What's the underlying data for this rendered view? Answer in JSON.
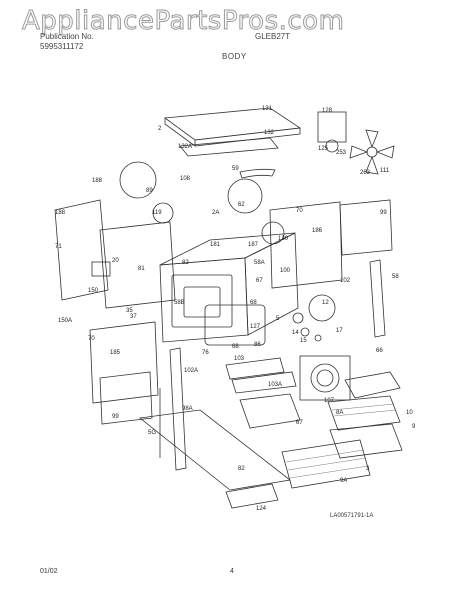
{
  "watermark": "AppliancePartsPros.com",
  "header": {
    "line1": "Publication No.",
    "line2": "5995311172",
    "model": "GLEB27T",
    "section_title": "BODY"
  },
  "footer": {
    "date": "01/02",
    "page": "4",
    "drawing_code": "LA00571791-1A"
  },
  "callouts": [
    "131",
    "2",
    "132",
    "132A",
    "128",
    "125",
    "253",
    "263",
    "111",
    "59",
    "188",
    "108",
    "89",
    "188",
    "70",
    "99",
    "62",
    "2A",
    "119",
    "71",
    "181",
    "187",
    "120",
    "58A",
    "186",
    "82",
    "20",
    "81",
    "67",
    "100",
    "102",
    "58",
    "150",
    "150A",
    "58B",
    "35",
    "68",
    "12",
    "37",
    "127",
    "5",
    "14",
    "15",
    "17",
    "70",
    "185",
    "102A",
    "76",
    "103",
    "68",
    "86",
    "66",
    "103A",
    "107",
    "99",
    "67",
    "8A",
    "10",
    "9",
    "98A",
    "5G",
    "82",
    "9A",
    "124",
    "3"
  ]
}
